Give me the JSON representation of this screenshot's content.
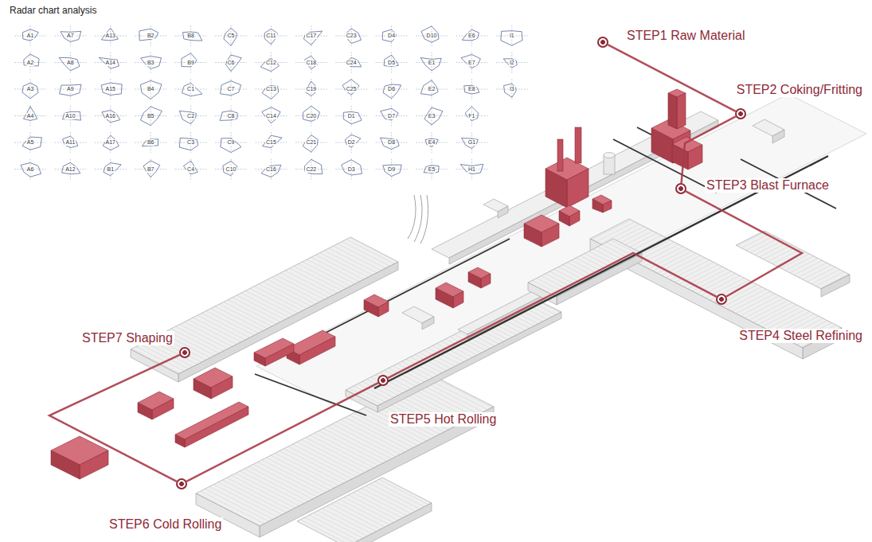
{
  "diagram": {
    "title": "Radar chart analysis",
    "nodes": [
      {
        "text": [
          "STEP1 Raw Material"
        ]
      },
      {
        "text": [
          "STEP2 Coking/Fritting"
        ]
      },
      {
        "text": [
          "STEP3 Blast Furnace"
        ]
      },
      {
        "text": [
          "STEP4 Steel Refining"
        ]
      },
      {
        "text": [
          "STEP5 Hot Rolling"
        ]
      },
      {
        "text": [
          "STEP6 Cold Rolling"
        ]
      },
      {
        "text": [
          "STEP7 Shaping"
        ]
      }
    ],
    "edges": [
      {
        "from": 0,
        "to": 1,
        "arrow": "none"
      },
      {
        "from": 1,
        "to": 2,
        "arrow": "none"
      },
      {
        "from": 2,
        "to": 3,
        "arrow": "none"
      },
      {
        "from": 3,
        "to": 4,
        "arrow": "none"
      },
      {
        "from": 4,
        "to": 5,
        "arrow": "none"
      },
      {
        "from": 5,
        "to": 6,
        "arrow": "none"
      }
    ],
    "labels": [
      "A1",
      "A7",
      "A13",
      "B2",
      "B8",
      "C5",
      "C11",
      "C17",
      "C23",
      "D4",
      "D10",
      "E6",
      "I1",
      "A2",
      "A8",
      "A14",
      "B3",
      "B9",
      "C6",
      "C12",
      "C18",
      "C24",
      "D5",
      "E1",
      "E7",
      "I2",
      "A3",
      "A9",
      "A15",
      "B4",
      "C1",
      "C7",
      "C13",
      "C19",
      "C25",
      "D6",
      "E2",
      "E8",
      "I3",
      "A4",
      "A10",
      "A16",
      "B5",
      "C2",
      "C8",
      "C14",
      "C20",
      "D1",
      "D7",
      "E3",
      "F1",
      "A5",
      "A11",
      "A17",
      "B6",
      "C3",
      "C9",
      "C15",
      "C21",
      "D2",
      "D8",
      "E4",
      "G1",
      "A6",
      "A12",
      "B1",
      "B7",
      "C4",
      "C10",
      "C16",
      "C22",
      "D3",
      "D9",
      "E5",
      "H1"
    ]
  }
}
